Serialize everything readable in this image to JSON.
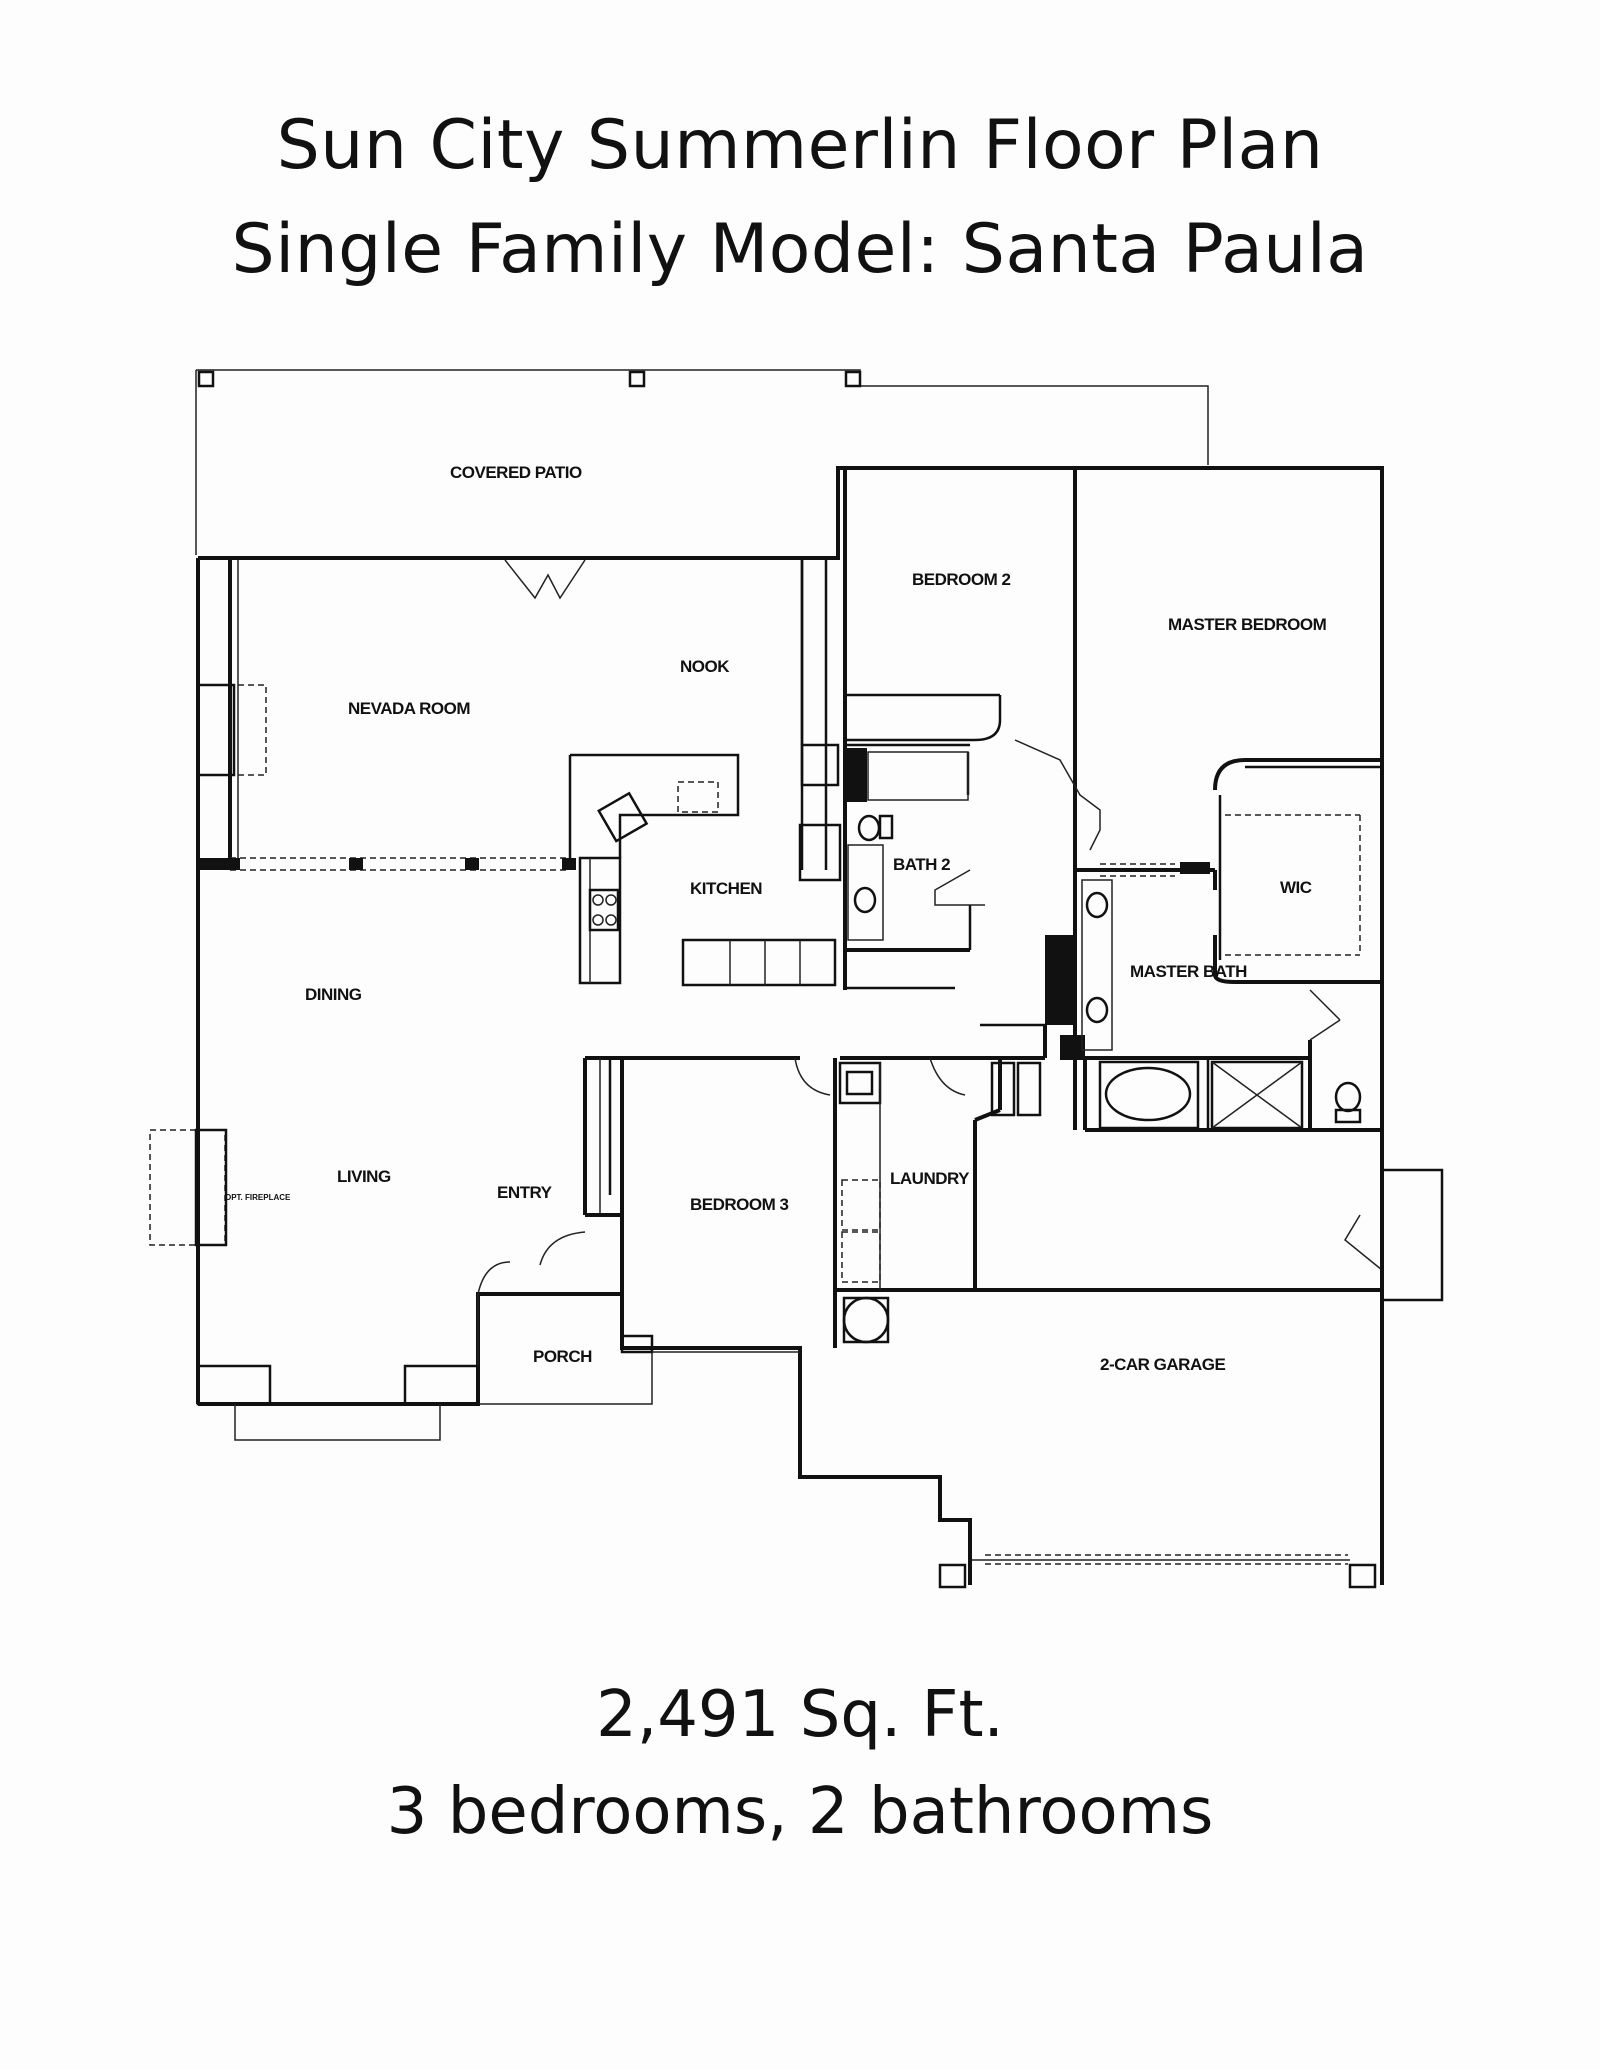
{
  "header": {
    "title": "Sun City Summerlin Floor Plan",
    "subtitle": "Single Family Model:  Santa Paula"
  },
  "rooms": {
    "covered_patio": "COVERED PATIO",
    "bedroom_2": "BEDROOM 2",
    "master_bedroom": "MASTER BEDROOM",
    "nook": "NOOK",
    "nevada_room": "NEVADA ROOM",
    "kitchen": "KITCHEN",
    "bath_2": "BATH 2",
    "wic": "WIC",
    "master_bath": "MASTER BATH",
    "dining": "DINING",
    "living": "LIVING",
    "opt_fireplace": "OPT. FIREPLACE",
    "entry": "ENTRY",
    "bedroom_3": "BEDROOM 3",
    "laundry": "LAUNDRY",
    "porch": "PORCH",
    "garage": "2-CAR GARAGE"
  },
  "footer": {
    "square_feet": "2,491 Sq. Ft.",
    "bed_bath": "3 bedrooms, 2 bathrooms"
  }
}
